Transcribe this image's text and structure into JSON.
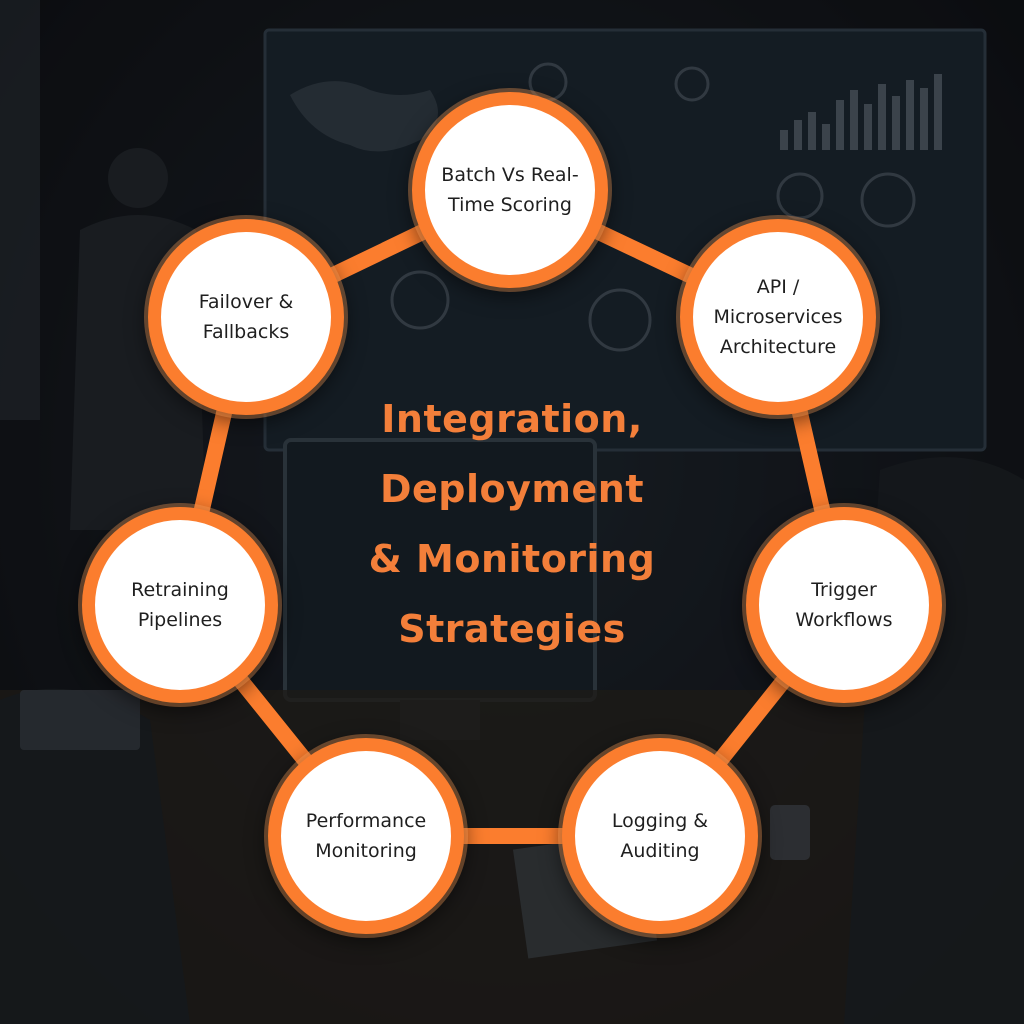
{
  "title": {
    "lines": [
      "Integration,",
      "Deployment",
      "& Monitoring",
      "Strategies"
    ]
  },
  "colors": {
    "accent": "#fb7d2e",
    "title": "#f37f3a",
    "node_fill": "#ffffff",
    "node_text": "#1f1f1f"
  },
  "nodes": [
    {
      "id": "batch",
      "label": "Batch Vs Real-\nTime Scoring"
    },
    {
      "id": "api",
      "label": "API /\nMicroservices\nArchitecture"
    },
    {
      "id": "trigger",
      "label": "Trigger\nWorkflows"
    },
    {
      "id": "logging",
      "label": "Logging &\nAuditing"
    },
    {
      "id": "performance",
      "label": "Performance\nMonitoring"
    },
    {
      "id": "retraining",
      "label": "Retraining\nPipelines"
    },
    {
      "id": "failover",
      "label": "Failover &\nFallbacks"
    }
  ]
}
